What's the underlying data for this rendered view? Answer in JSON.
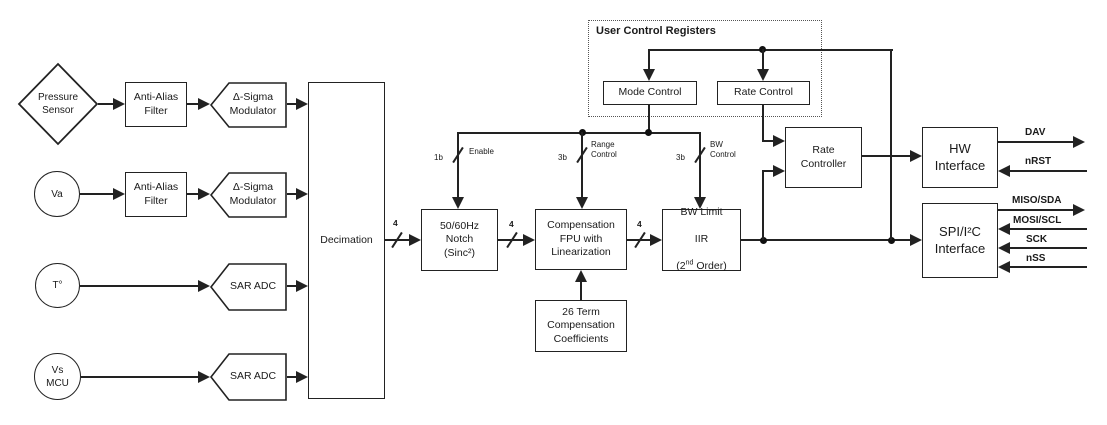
{
  "blocks": {
    "pressure_sensor": "Pressure\nSensor",
    "va": "Va",
    "temperature": "T°",
    "vs_mcu": "Vs\nMCU",
    "anti_alias_filter_1": "Anti-Alias\nFilter",
    "anti_alias_filter_2": "Anti-Alias\nFilter",
    "delta_sigma_modulator_1": "Δ-Sigma\nModulator",
    "delta_sigma_modulator_2": "Δ-Sigma\nModulator",
    "sar_adc_1": "SAR ADC",
    "sar_adc_2": "SAR ADC",
    "decimation": "Decimation",
    "notch_filter": "50/60Hz\nNotch\n(Sinc²)",
    "compensation_fpu": "Compensation\nFPU with\nLinearization",
    "bw_limit": {
      "line1": "BW Limit",
      "line2": "IIR",
      "line3_pre": "(2",
      "line3_sup": "nd",
      "line3_post": " Order)"
    },
    "coefficients": "26 Term\nCompensation\nCoefficients",
    "user_control_registers": "User Control Registers",
    "mode_control": "Mode Control",
    "rate_control": "Rate Control",
    "rate_controller": "Rate\nController",
    "hw_interface": "HW\nInterface",
    "spi_i2c_interface": "SPI/I²C\nInterface"
  },
  "bus_labels": {
    "dec_to_notch_width": "4",
    "notch_to_fpu_width": "4",
    "fpu_to_bw_width": "4",
    "enable_width": "1b",
    "enable_name": "Enable",
    "range_width": "3b",
    "range_name": "Range\nControl",
    "bw_width": "3b",
    "bw_name": "BW\nControl"
  },
  "io_signals": {
    "dav": "DAV",
    "nrst": "nRST",
    "miso_sda": "MISO/SDA",
    "mosi_scl": "MOSI/SCL",
    "sck": "SCK",
    "nss": "nSS"
  },
  "colors": {
    "line": "#222222",
    "background": "#ffffff",
    "text": "#1a1a1a"
  }
}
